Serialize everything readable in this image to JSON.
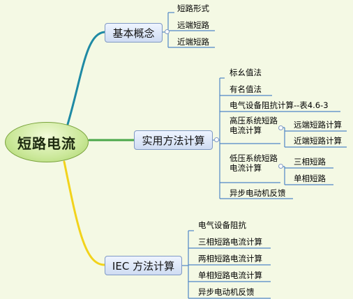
{
  "root": {
    "label": "短路电流"
  },
  "branches": [
    {
      "label": "基本概念",
      "children": [
        {
          "label": "短路形式"
        },
        {
          "label": "远端短路"
        },
        {
          "label": "近端短路"
        }
      ]
    },
    {
      "label": "实用方法计算",
      "children": [
        {
          "label": "标幺值法"
        },
        {
          "label": "有名值法"
        },
        {
          "label": "电气设备阻抗计算--表4.6-3"
        },
        {
          "label": "高压系统短路电流计算",
          "children": [
            {
              "label": "远端短路计算"
            },
            {
              "label": "近端短路计算"
            }
          ]
        },
        {
          "label": "低压系统短路电流计算",
          "children": [
            {
              "label": "三相短路"
            },
            {
              "label": "单相短路"
            }
          ]
        },
        {
          "label": "异步电动机反馈"
        }
      ]
    },
    {
      "label": "IEC 方法计算",
      "children": [
        {
          "label": "电气设备阻抗"
        },
        {
          "label": "三相短路电流计算"
        },
        {
          "label": "两相短路电流计算"
        },
        {
          "label": "单相短路电流计算"
        },
        {
          "label": "异步电动机反馈"
        }
      ]
    }
  ],
  "colors": {
    "background": "#f4f9e4",
    "branch_basic": "#1e8aa4",
    "branch_practical": "#4aa84a",
    "branch_iec": "#f2d31b",
    "connector": "#4f86c6",
    "root_fill": "#cbe89a",
    "topic_border": "#7f99c4"
  }
}
